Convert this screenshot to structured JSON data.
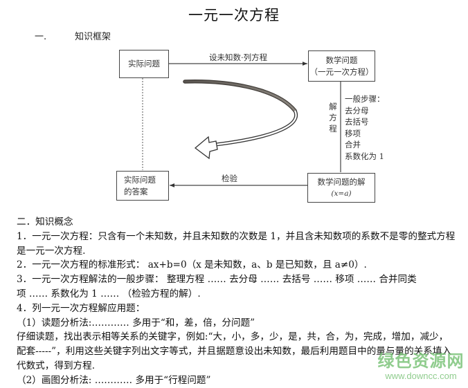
{
  "document": {
    "title": "一元一次方程",
    "section1": {
      "number": "一.",
      "heading": "知识框架"
    },
    "diagram": {
      "box_real_problem": "实际问题",
      "box_math_problem_line1": "数学问题",
      "box_math_problem_line2": "（一元一次方程）",
      "box_answer_line1": "实际问题",
      "box_answer_line2": "的答案",
      "box_solution_line1": "数学问题的解",
      "box_solution_line2": "(x=a)",
      "arrow_top_label": "设未知数·列方程",
      "arrow_bottom_label": "检验",
      "vertical_label": [
        "解",
        "方",
        "程"
      ],
      "steps": [
        "一般步骤：",
        "去分母",
        "去括号",
        "移项",
        "合并",
        "系数化为 1"
      ]
    },
    "section2": {
      "heading": "二．知识概念",
      "lines": [
        "1．一元一次方程：只含有一个未知数，并且未知数的次数是 1，并且含未知数项的系数不是零的整式方程",
        "是一元一次方程.",
        "2．一元一次方程的标准形式： ax+b=0（x 是未知数，a、b 是已知数，且 a≠0）.",
        "3．一元一次方程解法的一般步骤： 整理方程 …… 去分母 …… 去括号 …… 移项 …… 合并同类",
        "项 …… 系数化为 1 …… （检验方程的解）.",
        "4．列一元一次方程解应用题：",
        "（1）读题分析法:………… 多用于“和，差，倍，分问题”",
        "仔细读题，找出表示相等关系的关键字，例如:“大，小，多，少，是，共，合，为，完成，增加，减少，",
        "配套-----”，利用这些关键字列出文字等式，并且据题意设出未知数，最后利用题目中的量与量的关系填入",
        "代数式，得到方程.",
        "（2）画图分析法: ………… 多用于“行程问题”"
      ]
    },
    "watermark": {
      "name": "绿色资源网",
      "url": "www.downcc.com",
      "color": "#7cc47a"
    }
  }
}
